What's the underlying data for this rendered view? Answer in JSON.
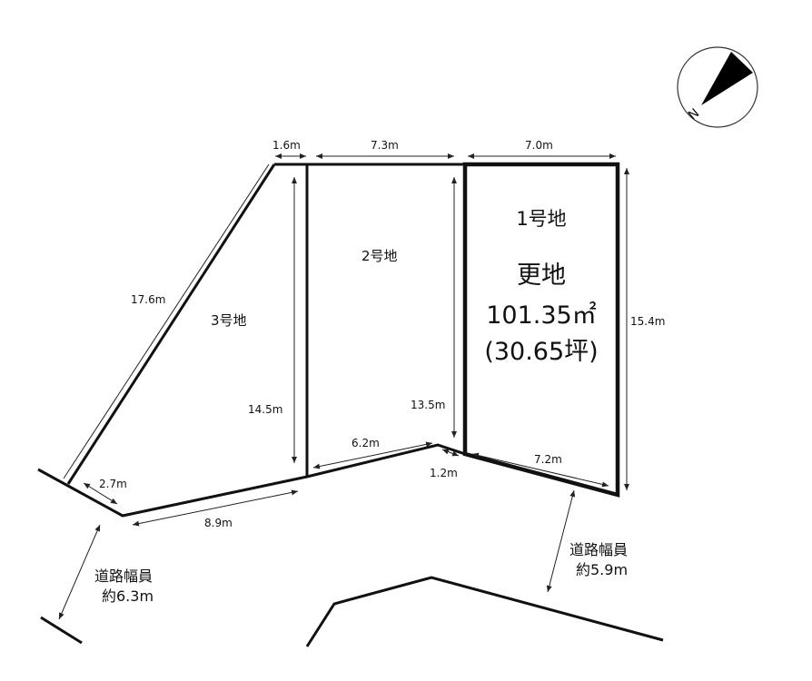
{
  "plots": {
    "lot1": {
      "name": "1号地",
      "status": "更地",
      "area_sqm": "101.35㎡",
      "area_tsubo": "(30.65坪)"
    },
    "lot2": {
      "name": "2号地"
    },
    "lot3": {
      "name": "3号地"
    }
  },
  "dimensions": {
    "d1": "1.6m",
    "d2": "7.3m",
    "d3": "7.0m",
    "d4": "15.4m",
    "d5": "17.6m",
    "d6": "14.5m",
    "d7": "13.5m",
    "d8": "6.2m",
    "d9": "1.2m",
    "d10": "7.2m",
    "d11": "2.7m",
    "d12": "8.9m"
  },
  "roads": {
    "left": {
      "label": "道路幅員",
      "width": "約6.3m"
    },
    "right": {
      "label": "道路幅員",
      "width": "約5.9m"
    }
  },
  "compass": {
    "label": "N"
  }
}
